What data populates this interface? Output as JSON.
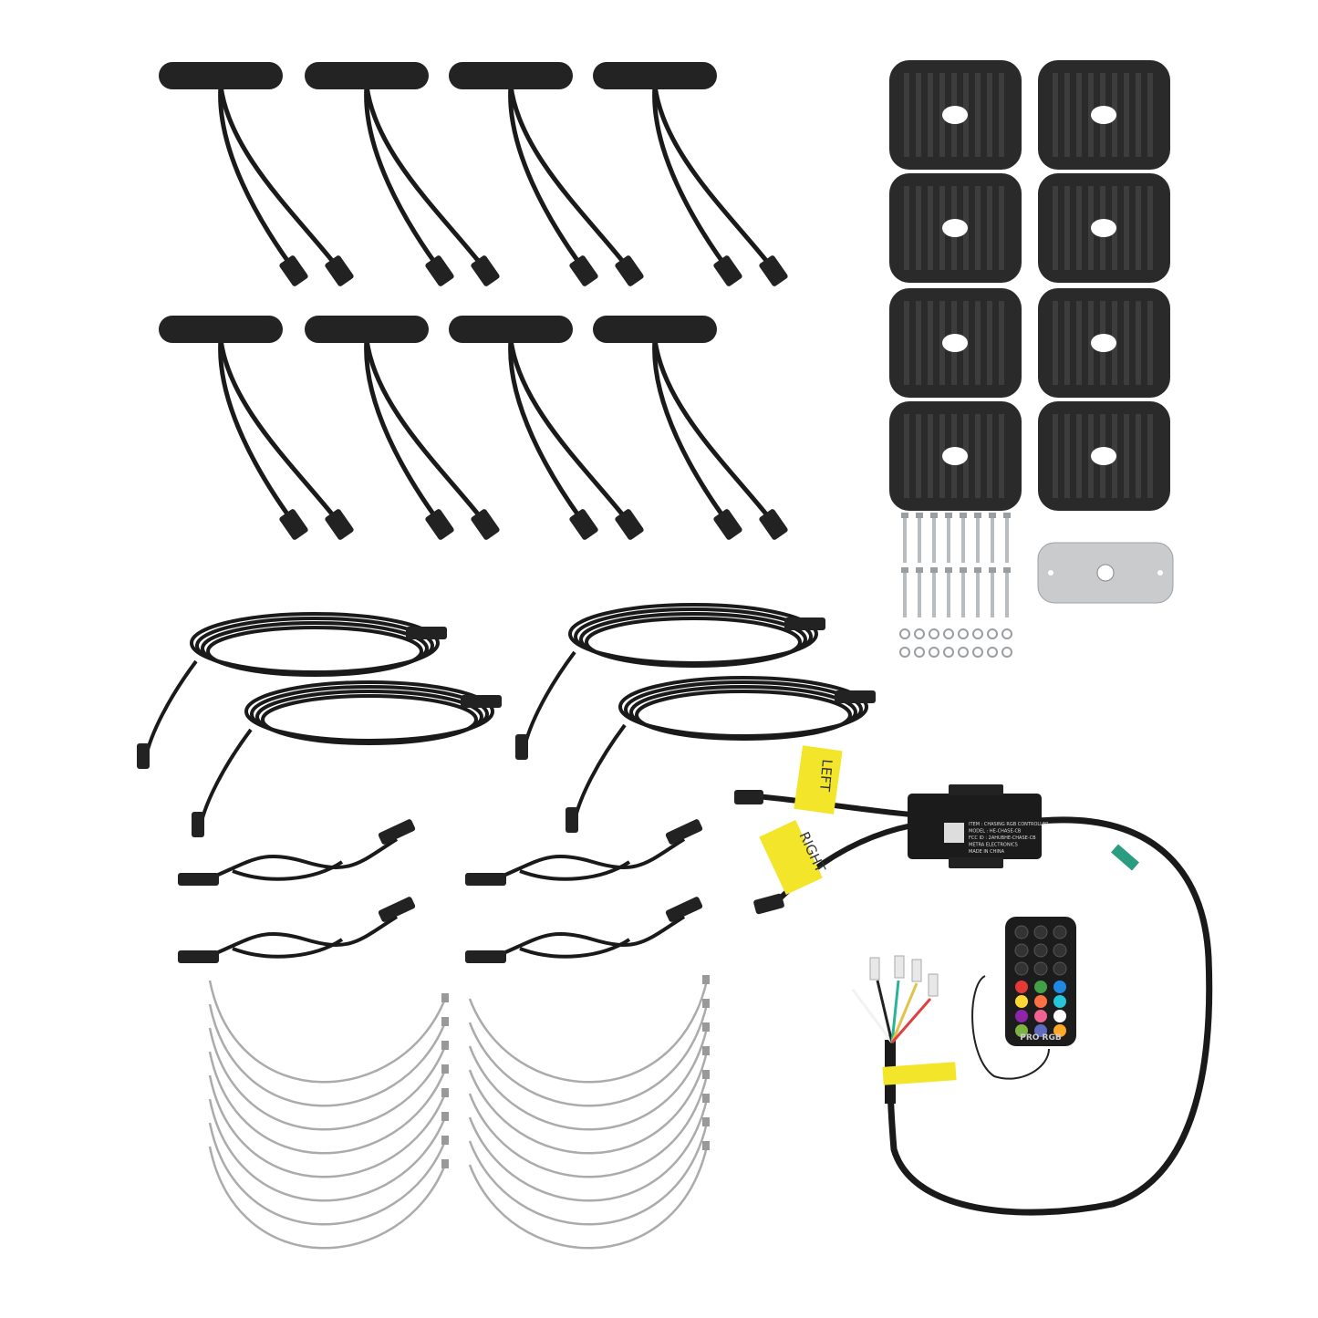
{
  "product": {
    "tags": {
      "left": "LEFT",
      "right": "RIGHT"
    },
    "controller_label": [
      "ITEM : CHASING RGB CONTROLLER",
      "MODEL : HE-CHASE-CB",
      "FCC ID : 2AHUBHE-CHASE-CB",
      "METRA ELECTRONICS",
      "MADE IN CHINA"
    ],
    "remote_brand": "PRO RGB",
    "remote_colors": [
      "#e53935",
      "#43a047",
      "#1e88e5",
      "#fdd835",
      "#ff7043",
      "#26c6da",
      "#8e24aa",
      "#f06292",
      "#ffffff",
      "#7cb342",
      "#5c6bc0",
      "#ffa726"
    ],
    "wire_colors": [
      "#f2f2f2",
      "#222222",
      "#2bb39a",
      "#e3c24a",
      "#e04040"
    ],
    "counts": {
      "pods": 8,
      "mounts": 8,
      "long_cables": 4,
      "short_cables": 4,
      "zip_ties": 16
    }
  }
}
